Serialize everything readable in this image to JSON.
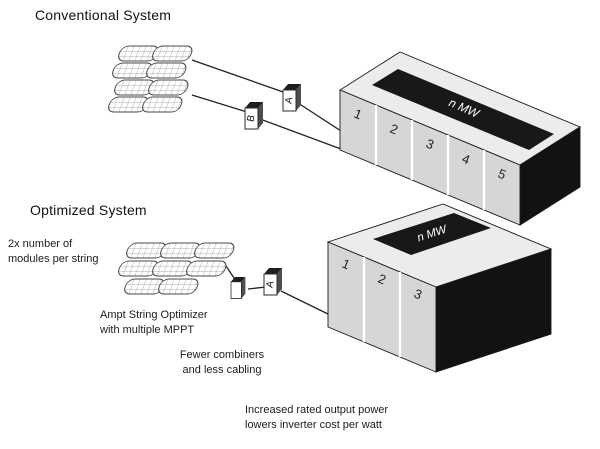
{
  "diagram": {
    "conventional": {
      "title": "Conventional System",
      "combiner_a_label": "A",
      "combiner_b_label": "B",
      "inverter": {
        "capacity_label": "n MW",
        "sections": [
          "1",
          "2",
          "3",
          "4",
          "5"
        ]
      }
    },
    "optimized": {
      "title": "Optimized System",
      "combiner_a_label": "A",
      "inverter": {
        "capacity_label": "n MW",
        "sections": [
          "1",
          "2",
          "3"
        ]
      },
      "annotations": {
        "modules": "2x number of\nmodules per string",
        "optimizer": "Ampt String Optimizer\nwith multiple MPPT",
        "combiners": "Fewer combiners\nand less cabling",
        "output": "Increased rated output power\nlowers inverter cost per watt"
      }
    },
    "colors": {
      "wire": "#222222",
      "cabinet_front": "#d6d6d6",
      "cabinet_top": "#ececec",
      "cabinet_side": "#121212",
      "capacity_strip": "#181818"
    }
  }
}
